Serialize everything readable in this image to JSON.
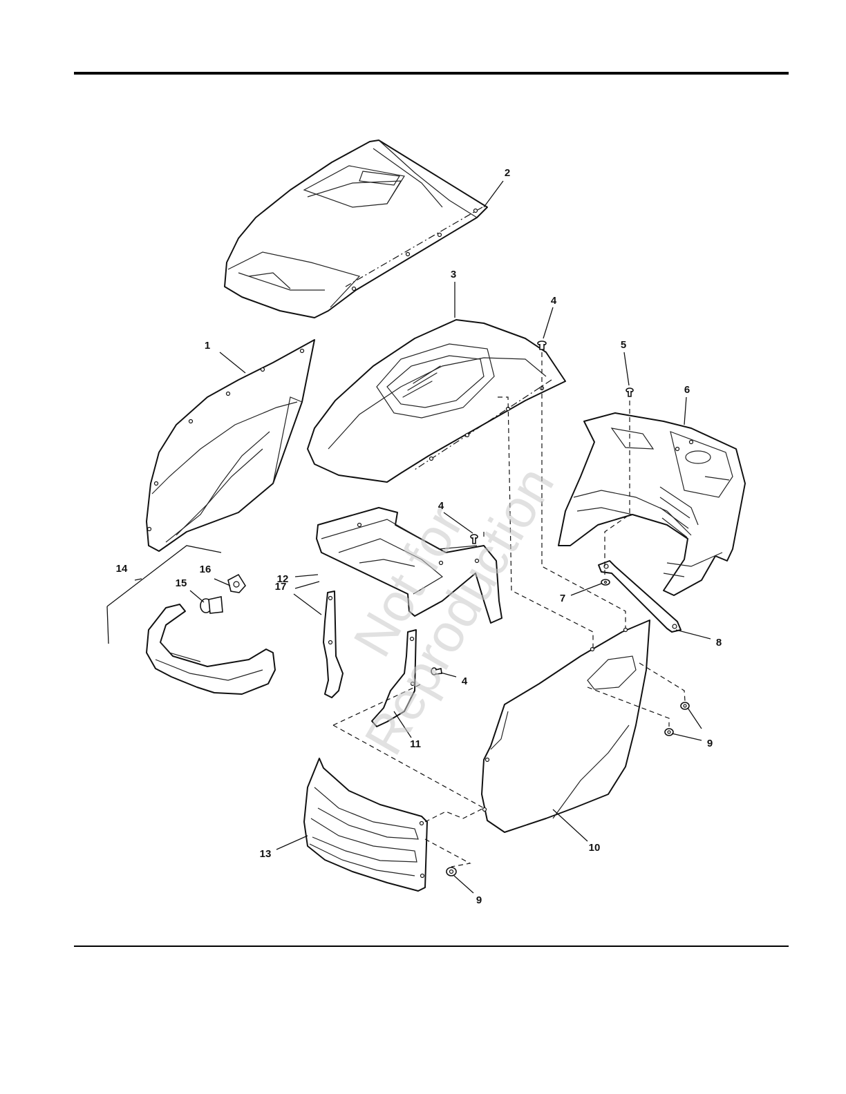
{
  "callouts": [
    {
      "id": "c1",
      "label": "1"
    },
    {
      "id": "c2",
      "label": "2"
    },
    {
      "id": "c3",
      "label": "3"
    },
    {
      "id": "c4a",
      "label": "4"
    },
    {
      "id": "c4b",
      "label": "4"
    },
    {
      "id": "c4c",
      "label": "4"
    },
    {
      "id": "c5",
      "label": "5"
    },
    {
      "id": "c6",
      "label": "6"
    },
    {
      "id": "c7",
      "label": "7"
    },
    {
      "id": "c8",
      "label": "8"
    },
    {
      "id": "c9a",
      "label": "9"
    },
    {
      "id": "c9b",
      "label": "9"
    },
    {
      "id": "c10",
      "label": "10"
    },
    {
      "id": "c11",
      "label": "11"
    },
    {
      "id": "c12",
      "label": "12"
    },
    {
      "id": "c13",
      "label": "13"
    },
    {
      "id": "c14",
      "label": "14"
    },
    {
      "id": "c15",
      "label": "15"
    },
    {
      "id": "c16",
      "label": "16"
    },
    {
      "id": "c17",
      "label": "17"
    }
  ],
  "watermark": {
    "line1": "Not for",
    "line2": "Reproduction"
  }
}
